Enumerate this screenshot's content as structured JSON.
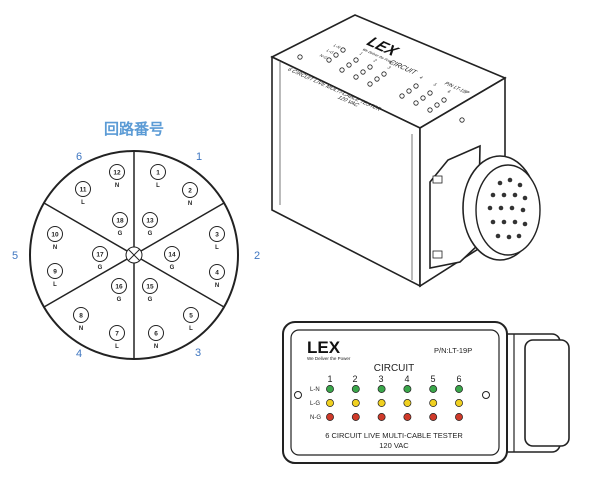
{
  "wiring_diagram": {
    "title": "回路番号",
    "sector_numbers": [
      "1",
      "2",
      "3",
      "4",
      "5",
      "6"
    ],
    "pins": [
      {
        "n": "1",
        "code": "L"
      },
      {
        "n": "2",
        "code": "N"
      },
      {
        "n": "3",
        "code": "L"
      },
      {
        "n": "4",
        "code": "N"
      },
      {
        "n": "5",
        "code": "L"
      },
      {
        "n": "6",
        "code": "N"
      },
      {
        "n": "7",
        "code": "L"
      },
      {
        "n": "8",
        "code": "N"
      },
      {
        "n": "9",
        "code": "L"
      },
      {
        "n": "10",
        "code": "N"
      },
      {
        "n": "11",
        "code": "L"
      },
      {
        "n": "12",
        "code": "N"
      },
      {
        "n": "13",
        "code": "G"
      },
      {
        "n": "14",
        "code": "G"
      },
      {
        "n": "15",
        "code": "G"
      },
      {
        "n": "16",
        "code": "G"
      },
      {
        "n": "17",
        "code": "G"
      },
      {
        "n": "18",
        "code": "G"
      }
    ]
  },
  "device_iso": {
    "brand": "LEX",
    "tagline": "We Deliver the Power",
    "circuit_label": "CIRCUIT",
    "part_number": "P/N LT-19P",
    "model_line": "6 CIRCUIT LIVE MULTI-CABLE TESTER",
    "voltage": "120 VAC",
    "row_labels": [
      "L-N",
      "L-G",
      "N-G"
    ],
    "column_numbers": [
      "1",
      "2",
      "3",
      "4",
      "5",
      "6"
    ]
  },
  "device_front": {
    "brand": "LEX",
    "tagline": "We Deliver the Power",
    "part_number": "P/N:LT-19P",
    "circuit_label": "CIRCUIT",
    "column_numbers": [
      "1",
      "2",
      "3",
      "4",
      "5",
      "6"
    ],
    "row_labels": [
      "L-N",
      "L-G",
      "N-G"
    ],
    "model_line": "6 CIRCUIT LIVE MULTI-CABLE TESTER",
    "voltage": "120 VAC",
    "led_rows": [
      {
        "label": "L-N",
        "color": "#3aa64a"
      },
      {
        "label": "L-G",
        "color": "#f0d020"
      },
      {
        "label": "N-G",
        "color": "#cf3a2a"
      }
    ]
  }
}
